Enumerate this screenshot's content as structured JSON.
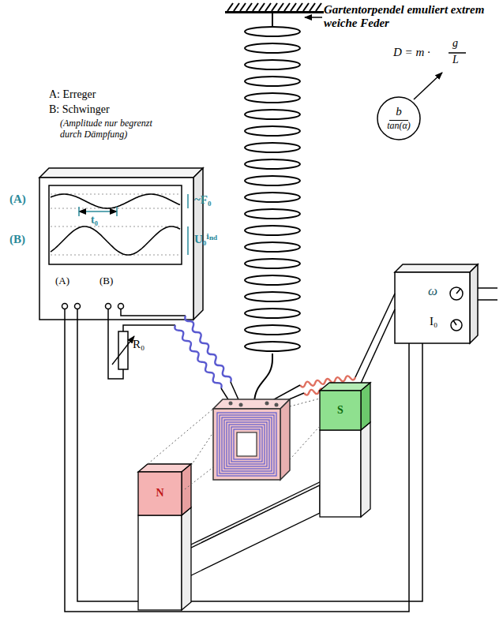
{
  "diagram": {
    "nodes": [
      {
        "text": [
          "(A)",
          "(B)"
        ]
      },
      {
        "text": [
          "ω",
          "I₀"
        ]
      },
      {
        "text": [
          "b",
          "tan(α)"
        ]
      },
      {
        "text": [
          "N"
        ]
      },
      {
        "text": [
          "S"
        ]
      }
    ],
    "edges": [
      {
        "from": 0,
        "to": 1,
        "arrow": "none"
      }
    ],
    "labels": [
      "Gartentorpendel emuliert extrem weiche Feder",
      "D = m ·",
      "g",
      "L",
      "A: Erreger",
      "B: Schwinger",
      "(Amplitude nur begrenzt durch Dämpfung)",
      "(A)",
      "(B)",
      "t₀",
      "~F₀",
      "U₀ⁱⁿᵈ",
      "R₀"
    ]
  }
}
